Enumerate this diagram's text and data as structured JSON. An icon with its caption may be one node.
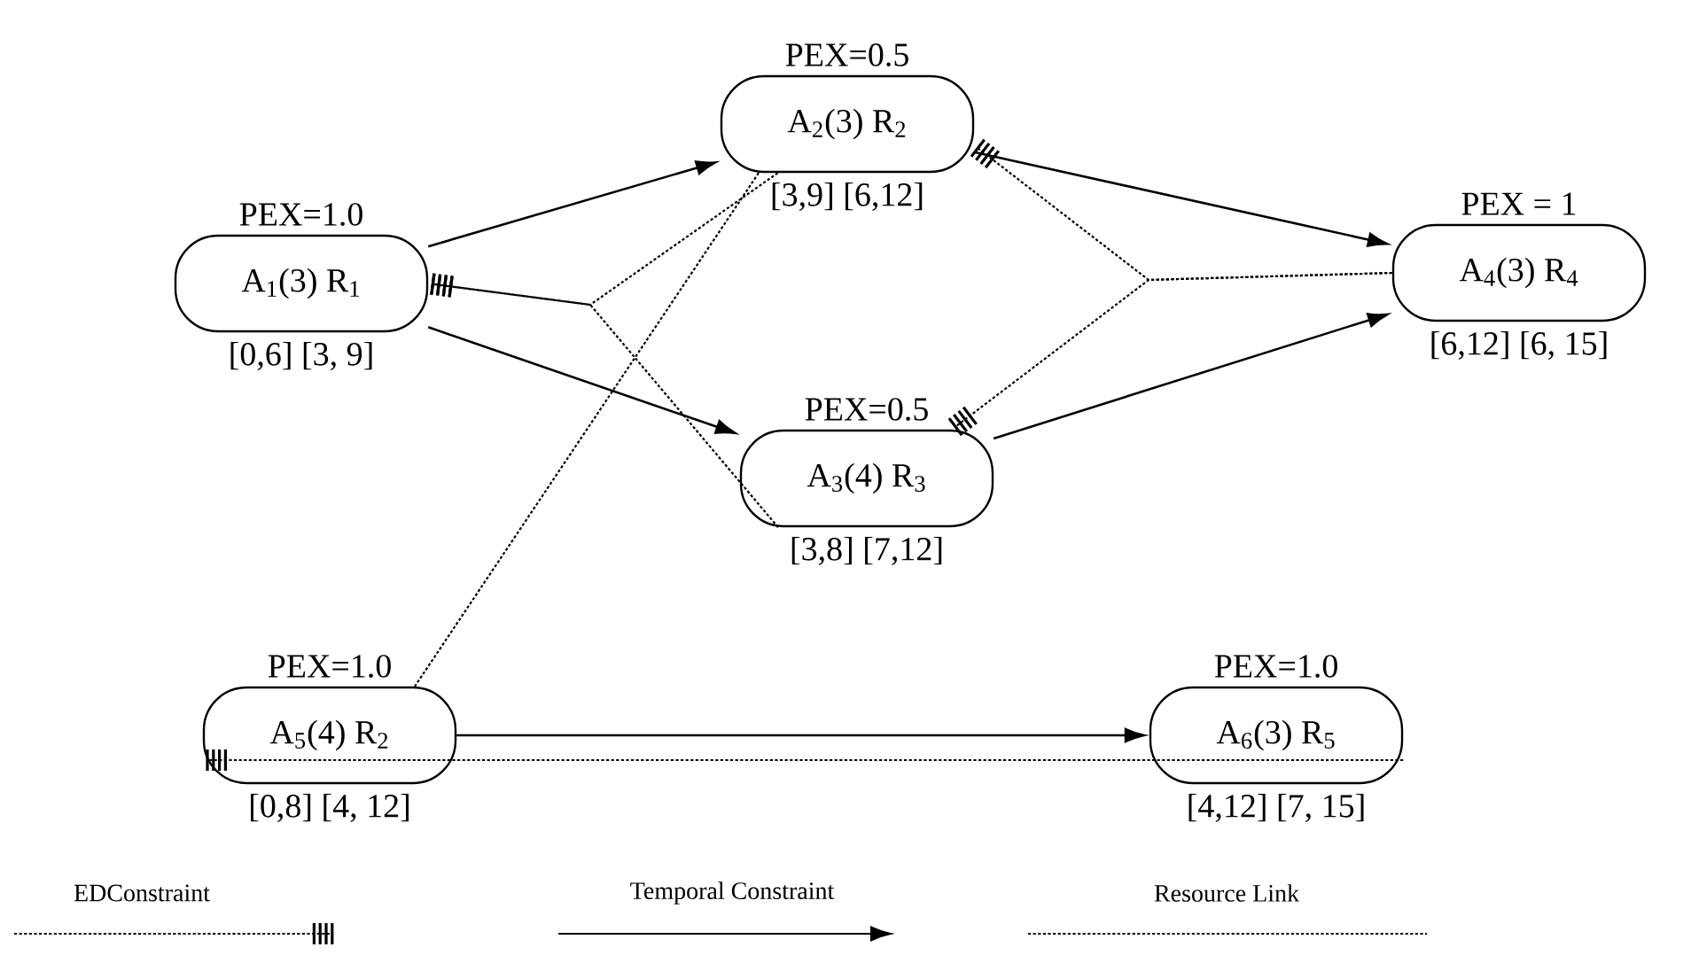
{
  "diagram": {
    "nodes": [
      {
        "text": [
          "PEX=1.0",
          "A$_{1}$(3) R$_{1}$"
        ],
        "beside": [
          "[0,6] [3, 9]"
        ]
      },
      {
        "text": [
          "PEX=0.5",
          "A$_{2}$(3) R$_{2}$"
        ],
        "beside": [
          "[3,9] [6,12]"
        ]
      },
      {
        "text": [
          "PEX=0.5",
          "A$_{3}$(4) R$_{3}$"
        ],
        "beside": [
          "[3,8] [7,12]"
        ]
      },
      {
        "text": [
          "PEX = 1",
          "A$_{4}$(3) R$_{4}$"
        ],
        "beside": [
          "[6,12] [6, 15]"
        ]
      },
      {
        "text": [
          "PEX=1.0",
          "A$_{5}$(4) R$_{2}$"
        ],
        "beside": [
          "[0,8] [4, 12]"
        ]
      },
      {
        "text": [
          "PEX=1.0",
          "A$_{6}$(3) R$_{5}$"
        ],
        "beside": [
          "[4,12] [7, 15]"
        ]
      }
    ],
    "edges": [
      {
        "from": 0,
        "to": 1,
        "arrow": "to"
      },
      {
        "from": 0,
        "to": 2,
        "arrow": "to"
      },
      {
        "from": 1,
        "to": 3,
        "arrow": "to"
      },
      {
        "from": 2,
        "to": 3,
        "arrow": "to"
      },
      {
        "from": 4,
        "to": 5,
        "arrow": "to"
      },
      {
        "from": 1,
        "to": 0,
        "arrow": "other",
        "style": "dashed"
      },
      {
        "from": 2,
        "to": 0,
        "arrow": "other",
        "style": "dashed"
      },
      {
        "from": 3,
        "to": 1,
        "arrow": "other",
        "style": "dashed"
      },
      {
        "from": 3,
        "to": 2,
        "arrow": "other",
        "style": "dashed"
      },
      {
        "from": 5,
        "to": 4,
        "arrow": "other",
        "style": "dashed"
      },
      {
        "from": 1,
        "to": 4,
        "arrow": "none",
        "style": "dashed"
      }
    ],
    "legend": [
      {
        "text": "EDConstraint"
      },
      {
        "text": "Temporal Constraint"
      },
      {
        "text": "Resource Link"
      }
    ]
  }
}
